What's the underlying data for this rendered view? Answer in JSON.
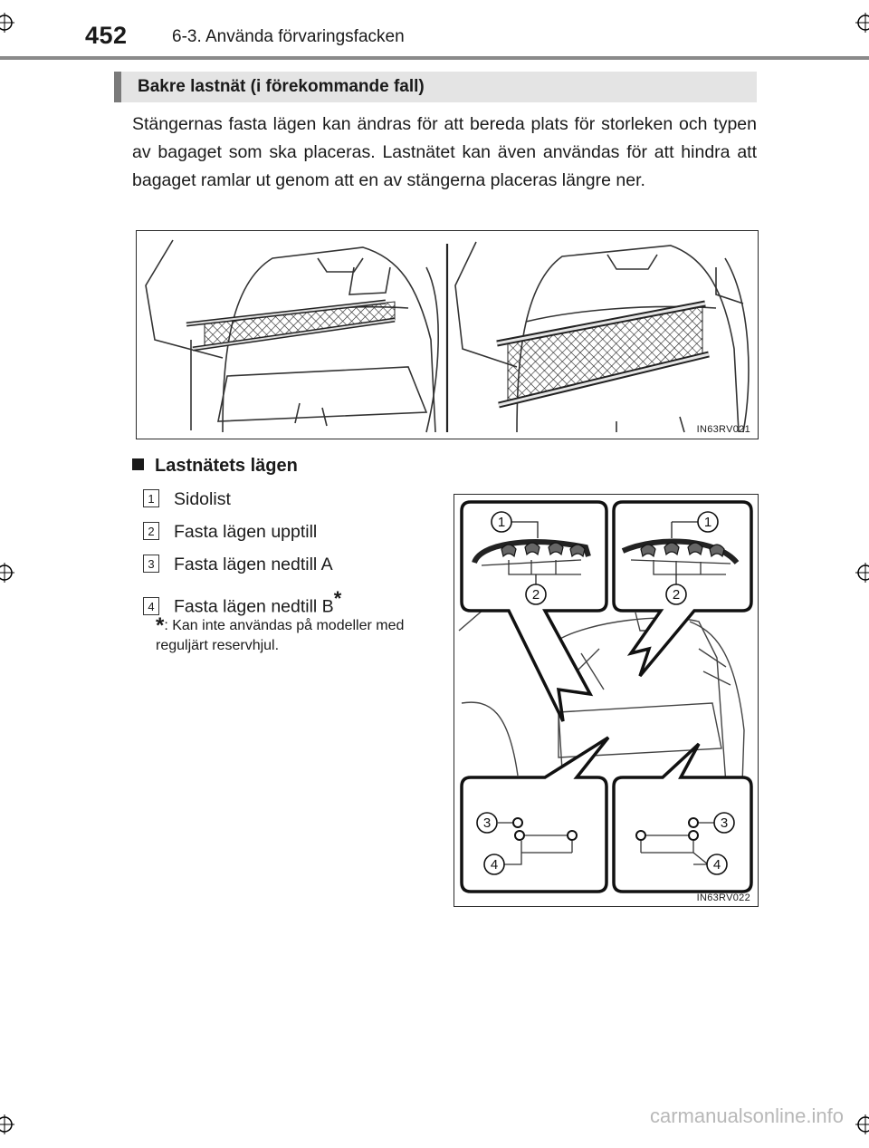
{
  "header": {
    "page_number": "452",
    "chapter": "6-3. Använda förvaringsfacken"
  },
  "section": {
    "title": "Bakre lastnät (i förekommande fall)"
  },
  "intro": "Stängernas fasta lägen kan ändras för att bereda plats för storleken och typen av bagaget som ska placeras. Lastnätet kan även användas för att hindra att bagaget ramlar ut genom att en av stängerna placeras längre ner.",
  "figure_top": {
    "code": "IN63RV021"
  },
  "subsection": {
    "title": "Lastnätets lägen",
    "items": [
      {
        "num": "1",
        "label": "Sidolist"
      },
      {
        "num": "2",
        "label": "Fasta lägen upptill"
      },
      {
        "num": "3",
        "label": "Fasta lägen nedtill A"
      },
      {
        "num": "4",
        "label": "Fasta lägen nedtill B",
        "mark": "*"
      }
    ],
    "footnote_mark": "*",
    "footnote": ": Kan inte användas på modeller med reguljärt reservhjul."
  },
  "figure_detail": {
    "code": "IN63RV022",
    "callouts": [
      "1",
      "1",
      "2",
      "2",
      "3",
      "3",
      "4",
      "4"
    ]
  },
  "watermark": "carmanualsonline.info"
}
